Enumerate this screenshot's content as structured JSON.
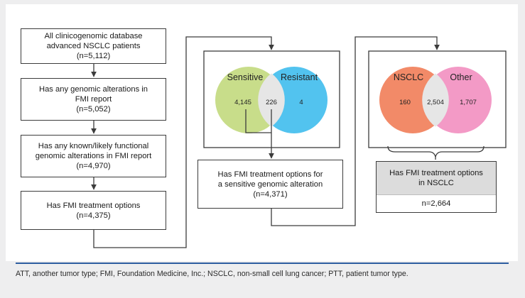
{
  "left_boxes": [
    {
      "lines": [
        "All clinicogenomic database",
        "advanced NSCLC patients",
        "(n=5,112)"
      ]
    },
    {
      "lines": [
        "Has any genomic alterations in",
        "FMI report",
        "(n=5,052)"
      ]
    },
    {
      "lines": [
        "Has any known/likely functional",
        "genomic alterations in FMI report",
        "(n=4,970)"
      ]
    },
    {
      "lines": [
        "Has FMI treatment options",
        "(n=4,375)"
      ]
    }
  ],
  "venn_sensitivity": {
    "left_label": "Sensitive",
    "right_label": "Resistant",
    "left_value": "4,145",
    "overlap_value": "226",
    "right_value": "4",
    "left_color": "#c8dd8a",
    "right_color": "#52c3ef",
    "overlap_color": "#e6e6e6"
  },
  "venn_tumor": {
    "left_label": "NSCLC",
    "right_label": "Other",
    "left_value": "160",
    "overlap_value": "2,504",
    "right_value": "1,707",
    "left_color": "#f28a68",
    "right_color": "#f39ac6",
    "overlap_color": "#e6e6e6"
  },
  "result_sensitive": {
    "lines": [
      "Has FMI treatment options for",
      "a sensitive genomic alteration",
      "(n=4,371)"
    ]
  },
  "result_nsclc": {
    "lines": [
      "Has FMI treatment options",
      "in NSCLC"
    ],
    "count": "n=2,664"
  },
  "footnote": "ATT, another tumor type; FMI, Foundation Medicine, Inc.; NSCLC, non-small cell lung cancer; PTT, patient tumor type.",
  "colors": {
    "border": "#3c3c3c",
    "rule": "#2d5da0",
    "page_bg": "#eeeeef",
    "header_gray": "#dcdcdc"
  }
}
